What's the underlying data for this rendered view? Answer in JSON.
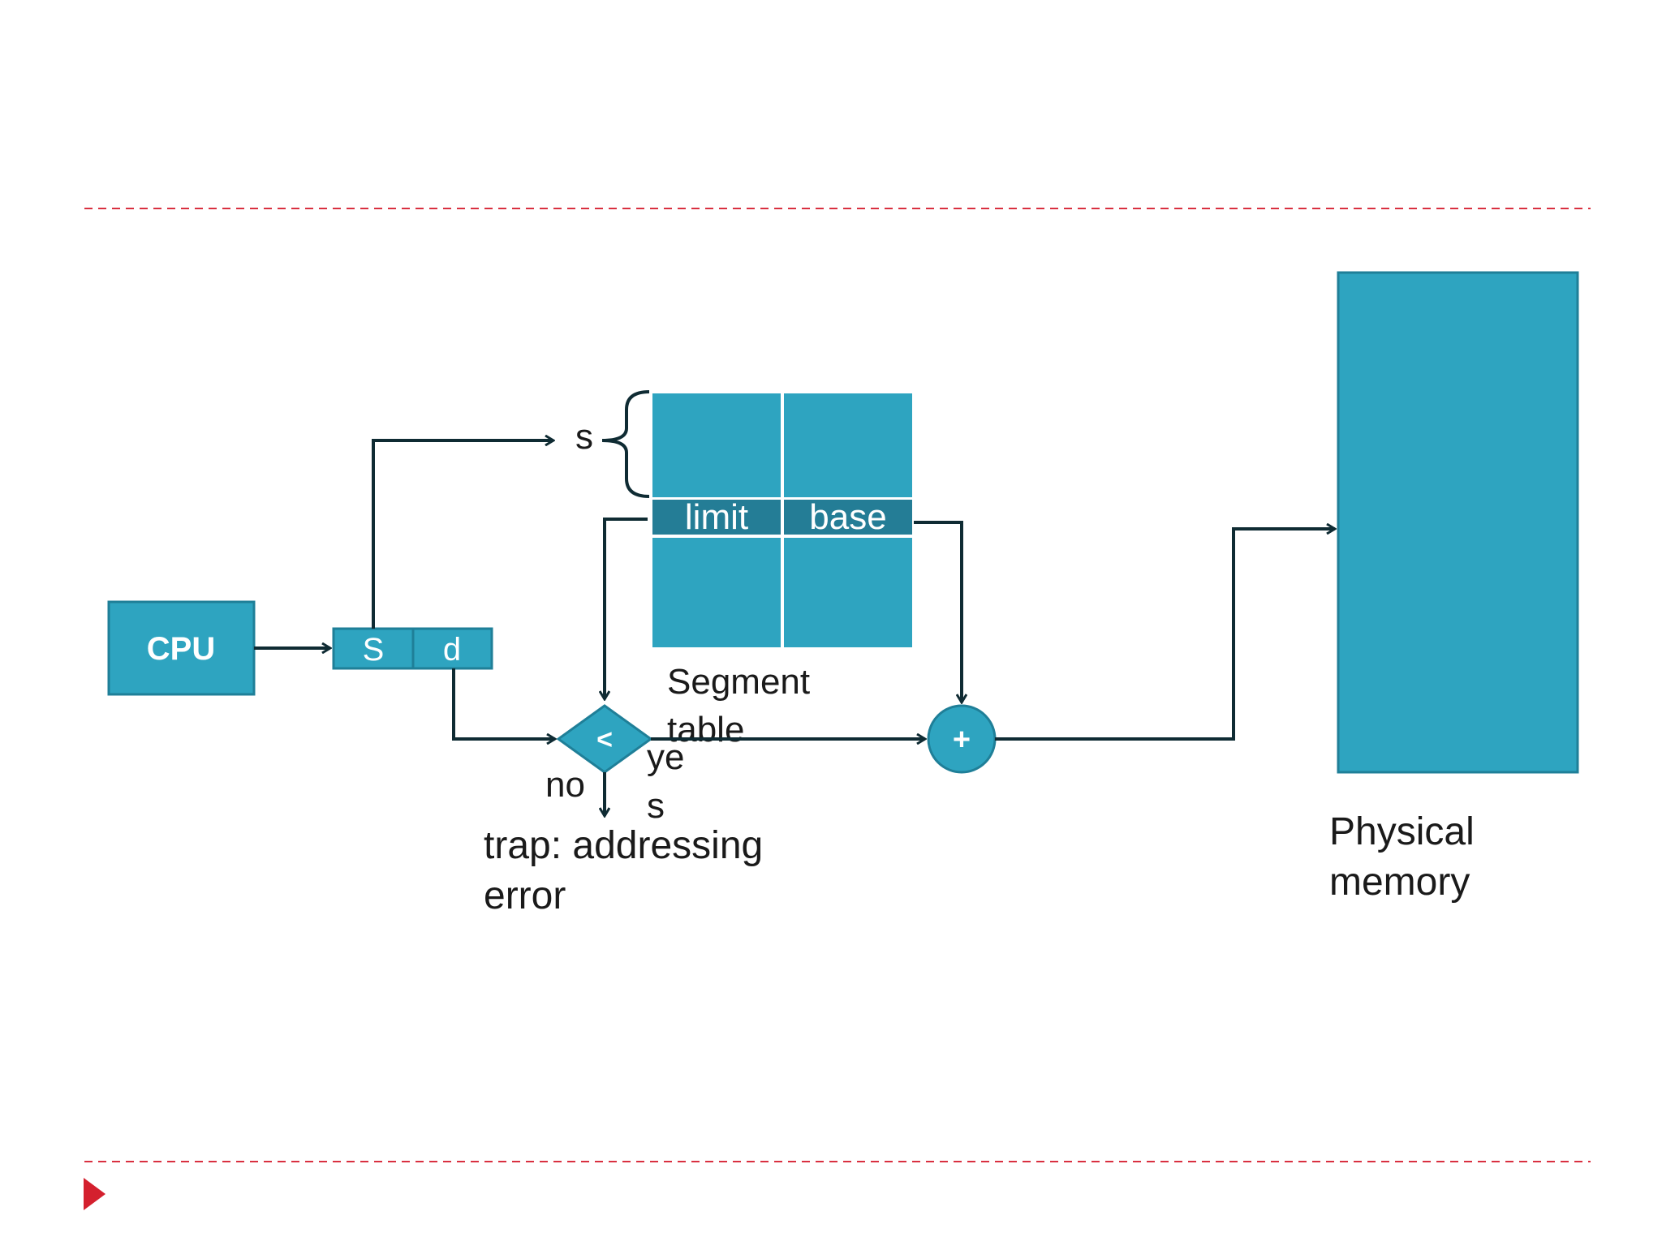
{
  "diagram": {
    "cpu_label": "CPU",
    "address": {
      "segment_label": "S",
      "offset_label": "d"
    },
    "segment_selector_label": "s",
    "segment_table": {
      "limit_label": "limit",
      "base_label": "base",
      "caption": "Segment table"
    },
    "compare_symbol": "<",
    "add_symbol": "+",
    "yes_label": "yes",
    "no_label": "no",
    "trap_label": "trap: addressing error",
    "memory_label": "Physical memory"
  },
  "colors": {
    "fill": "#2ea4c0",
    "dark_fill": "#247d96",
    "border": "#1f7f98",
    "line": "#0f2b33",
    "rule": "#d93040",
    "marker": "#d4202e"
  }
}
